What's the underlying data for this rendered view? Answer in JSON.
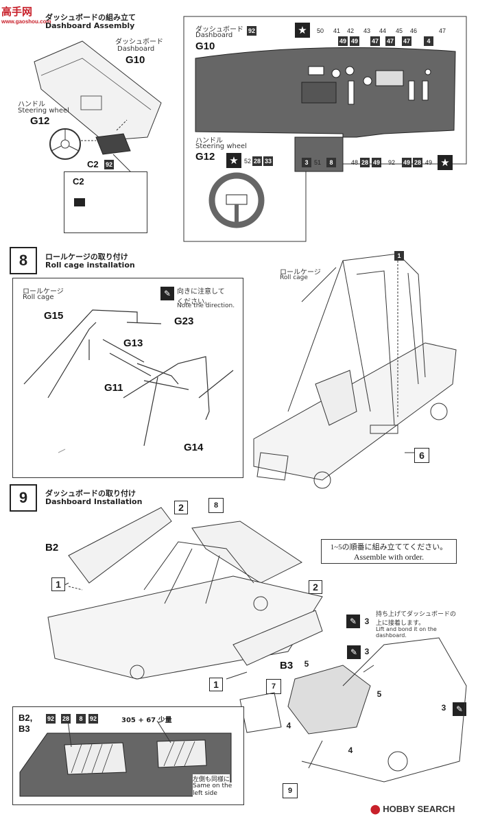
{
  "watermark": {
    "top": "高手网",
    "bottom": "www.gaoshou.com"
  },
  "step7": {
    "title_jp": "ダッシュボードの組み立て",
    "title_en": "Dashboard Assembly",
    "dash_label_jp": "ダッシュボード",
    "dash_label_en": "Dashboard",
    "dash_part": "G10",
    "wheel_label_jp": "ハンドル",
    "wheel_label_en": "Steering wheel",
    "wheel_part": "G12",
    "c2_part": "C2",
    "c2_paint": "92",
    "detail_label": "C2"
  },
  "step7_detail": {
    "dash_label_jp": "ダッシュボード",
    "dash_label_en": "Dashboard",
    "dash_paint": "92",
    "dash_part": "G10",
    "top_numbers": [
      "50",
      "41",
      "42",
      "43",
      "44",
      "45",
      "46",
      "47"
    ],
    "top_paints": [
      "49",
      "49",
      "47",
      "47",
      "47",
      "4"
    ],
    "bottom_left_paint1": "3",
    "bottom_left_num": "51",
    "bottom_left_paint2": "8",
    "bottom_nums": [
      "48",
      "28",
      "49",
      "92",
      "49",
      "28",
      "49"
    ],
    "wheel_label_jp": "ハンドル",
    "wheel_label_en": "Steering wheel",
    "wheel_part": "G12",
    "wheel_num": "52",
    "wheel_paints": [
      "28",
      "33"
    ]
  },
  "step8": {
    "num": "8",
    "title_jp": "ロールケージの取り付け",
    "title_en": "Roll cage installation",
    "cage_label_jp": "ロールケージ",
    "cage_label_en": "Roll cage",
    "note_jp": "向きに注意して\nください。",
    "note_en": "Note the direction.",
    "parts": [
      "G15",
      "G23",
      "G13",
      "G11",
      "G14"
    ],
    "right_cage_jp": "ロールケージ",
    "right_cage_en": "Roll cage",
    "callout1": "1",
    "callout6": "6"
  },
  "step9": {
    "num": "9",
    "title_jp": "ダッシュボードの取り付け",
    "title_en": "Dashboard Installation",
    "b2": "B2",
    "b3": "B3",
    "callouts": {
      "c1a": "1",
      "c2a": "2",
      "c8": "8",
      "c2b": "2",
      "c1b": "1",
      "c7": "7",
      "c9": "9"
    },
    "order_jp": "1~5の順番に組み立ててください。",
    "order_en": "Assemble with order.",
    "lift_jp": "持ち上げてダッシュボードの\n上に接着します。",
    "lift_en": "Lift and bond it on the\ndashboard.",
    "step_marks": [
      "3",
      "3",
      "3",
      "4",
      "4",
      "5",
      "5"
    ],
    "panel_label": "B2,\nB3",
    "panel_paints": [
      "92",
      "28",
      "8",
      "92"
    ],
    "panel_mix": "305 + 67 少量",
    "left_side_jp": "左側も同様に",
    "left_side_en": "Same on the\nleft side"
  },
  "footer": {
    "brand": "HOBBY SEARCH"
  }
}
